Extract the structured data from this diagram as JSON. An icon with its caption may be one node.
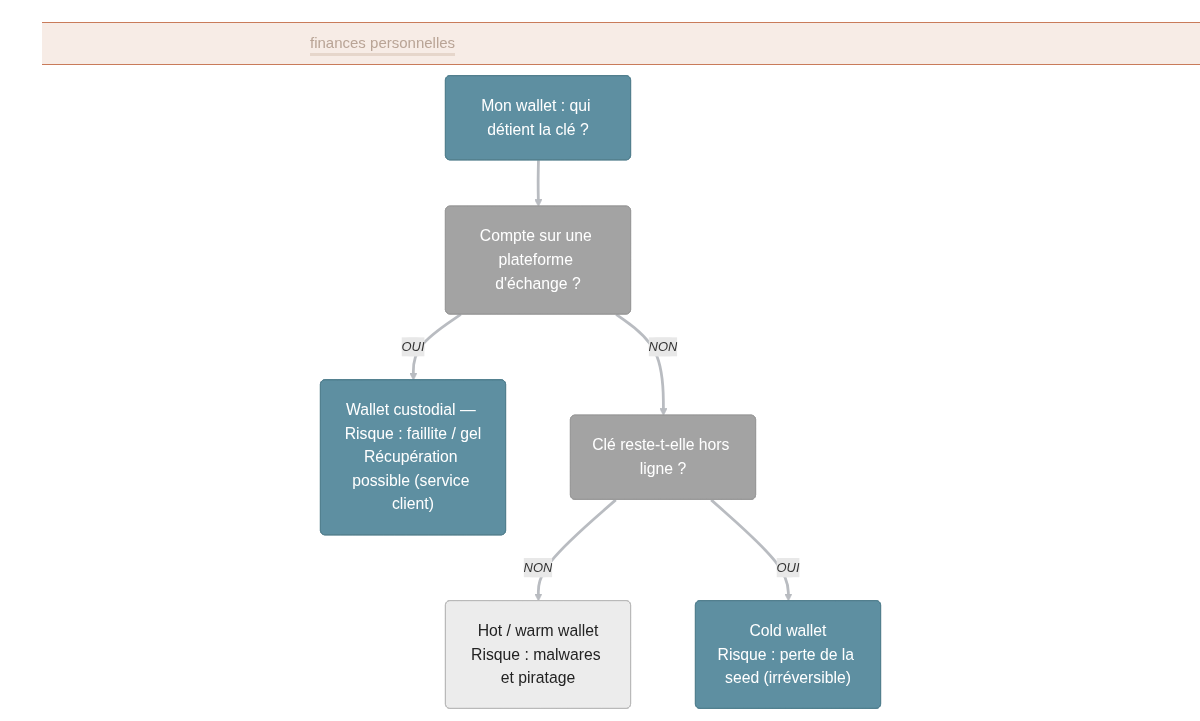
{
  "diagram": {
    "nodes": [
      {
        "text": [
          "Mon wallet : qui détient la clé ?"
        ]
      },
      {
        "text": [
          "Compte sur une plateforme d'échange ?"
        ]
      },
      {
        "text": [
          "Wallet custodial — Risque : faillite / gel",
          "Récupération possible (service client)"
        ]
      },
      {
        "text": [
          "Clé reste-t-elle hors ligne ?"
        ]
      },
      {
        "text": [
          "Hot / warm wallet",
          "Risque : malwares et piratage"
        ]
      },
      {
        "text": [
          "Cold wallet",
          "Risque : perte de la seed (irréversible)"
        ]
      }
    ],
    "edges": [
      {
        "from": 0,
        "to": 1,
        "arrow": "to"
      },
      {
        "from": 1,
        "to": 2,
        "label": "OUI",
        "arrow": "to"
      },
      {
        "from": 1,
        "to": 3,
        "label": "NON",
        "arrow": "to"
      },
      {
        "from": 3,
        "to": 4,
        "label": "NON",
        "arrow": "to"
      },
      {
        "from": 3,
        "to": 5,
        "label": "OUI",
        "arrow": "to"
      }
    ],
    "labels": [
      "finances personnelles"
    ]
  }
}
